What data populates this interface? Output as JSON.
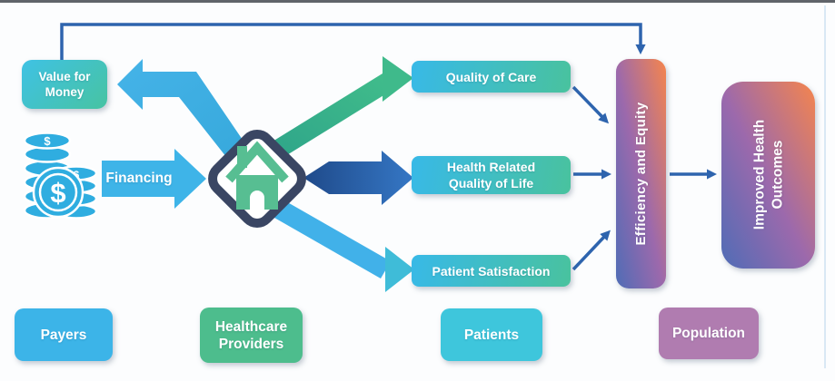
{
  "canvas": {
    "background": "#fcfdfe",
    "top_bar_color": "#60646a"
  },
  "palette": {
    "light_blue": "#3db6e8",
    "teal": "#3ec6dc",
    "green": "#4dbd8d",
    "connector_blue": "#2e64ae",
    "thick_arrow_blue": "#2d66b4",
    "diamond_navy": "#3a4663",
    "mauve": "#b07cb0",
    "gradient_blue": "#4f6cb6",
    "gradient_purple": "#9c69ac",
    "gradient_orange": "#f5854d"
  },
  "nodes": {
    "value_for_money": {
      "label": "Value for Money"
    },
    "financing": {
      "label": "Financing"
    },
    "quality_of_care": {
      "label": "Quality of Care"
    },
    "health_related_quality_of_life": {
      "label": "Health Related Quality of Life"
    },
    "patient_satisfaction": {
      "label": "Patient Satisfaction"
    },
    "efficiency_and_equity": {
      "label": "Efficiency and Equity"
    },
    "improved_health_outcomes": {
      "label": "Improved Health Outcomes"
    }
  },
  "actor_row": [
    {
      "label": "Payers"
    },
    {
      "label": "Healthcare Providers"
    },
    {
      "label": "Patients"
    },
    {
      "label": "Population"
    }
  ],
  "icons": {
    "coins": "money-coins-icon",
    "house": "house-icon",
    "diamond": "healthcare-provider-diamond"
  }
}
